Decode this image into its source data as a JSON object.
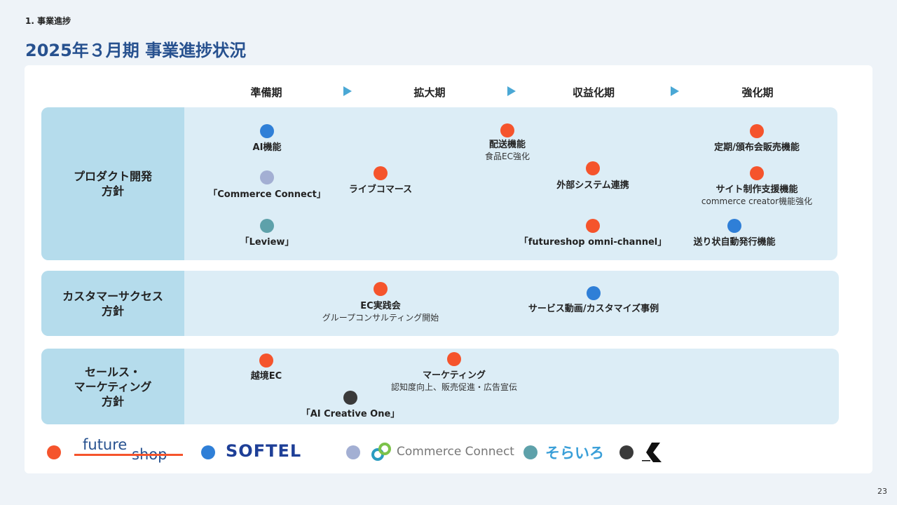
{
  "section_label": "1.  事業進捗",
  "title": "2025年３月期 事業進捗状況",
  "phases": [
    "準備期",
    "拡大期",
    "収益化期",
    "強化期"
  ],
  "rows": [
    {
      "head": [
        "プロダクト開発",
        "方針"
      ]
    },
    {
      "head": [
        "カスタマーサクセス",
        "方針"
      ]
    },
    {
      "head": [
        "セールス・",
        "マーケティング",
        "方針"
      ]
    }
  ],
  "items": {
    "ai": {
      "title": "AI機能"
    },
    "commerce_connect": {
      "title": "「Commerce Connect」"
    },
    "leview": {
      "title": "「Leview」"
    },
    "live_commerce": {
      "title": "ライブコマース"
    },
    "delivery": {
      "title": "配送機能",
      "sub": "食品EC強化"
    },
    "external": {
      "title": "外部システム連携"
    },
    "omni": {
      "title": "「futureshop omni-channel」"
    },
    "subscription": {
      "title": "定期/頒布会販売機能"
    },
    "site": {
      "title": "サイト制作支援機能",
      "sub": "commerce creator機能強化"
    },
    "invoice": {
      "title": "送り状自動発行機能"
    },
    "ec_kai": {
      "title": "EC実践会",
      "sub": "グループコンサルティング開始"
    },
    "service_video": {
      "title": "サービス動画/カスタマイズ事例"
    },
    "cross_border": {
      "title": "越境EC"
    },
    "ai_creative": {
      "title": "「AI Creative One」"
    },
    "marketing": {
      "title": "マーケティング",
      "sub": "認知度向上、販売促進・広告宣伝"
    }
  },
  "legend": {
    "futureshop_a": "future",
    "futureshop_b": "shop",
    "softel": "SOFTEL",
    "commerce_connect": "Commerce Connect",
    "sorairo": "そらいろ"
  },
  "colors": {
    "orange": "#f5542c",
    "blue": "#2f7fd7",
    "lavender": "#a3afd3",
    "teal": "#5ea1aa",
    "dark": "#3a3a3a",
    "title": "#27518f"
  },
  "page_number": "23"
}
